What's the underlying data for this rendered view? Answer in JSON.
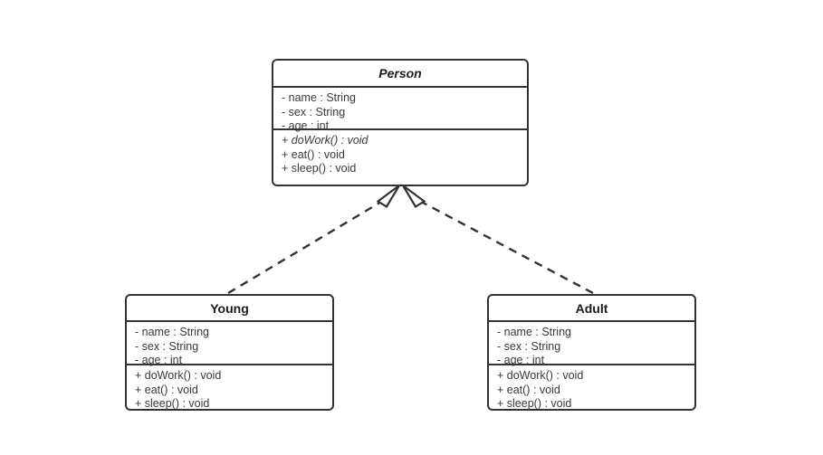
{
  "diagram": {
    "kind": "uml-class-diagram",
    "background_color": "#ffffff",
    "stroke_color": "#333333",
    "text_color": "#3a3a3a"
  },
  "classes": [
    {
      "id": "person",
      "name": "Person",
      "is_abstract": true,
      "attributes": [
        {
          "text": "- name : String",
          "abstract": false
        },
        {
          "text": "- sex : String",
          "abstract": false
        },
        {
          "text": "- age : int",
          "abstract": false
        }
      ],
      "operations": [
        {
          "text": "+ doWork() : void",
          "abstract": true
        },
        {
          "text": "+ eat() : void",
          "abstract": false
        },
        {
          "text": "+ sleep() : void",
          "abstract": false
        }
      ]
    },
    {
      "id": "young",
      "name": "Young",
      "is_abstract": false,
      "attributes": [
        {
          "text": "- name : String",
          "abstract": false
        },
        {
          "text": "- sex : String",
          "abstract": false
        },
        {
          "text": "- age : int",
          "abstract": false
        }
      ],
      "operations": [
        {
          "text": "+ doWork() : void",
          "abstract": false
        },
        {
          "text": "+ eat() : void",
          "abstract": false
        },
        {
          "text": "+ sleep() : void",
          "abstract": false
        }
      ]
    },
    {
      "id": "adult",
      "name": "Adult",
      "is_abstract": false,
      "attributes": [
        {
          "text": "- name : String",
          "abstract": false
        },
        {
          "text": "- sex : String",
          "abstract": false
        },
        {
          "text": "- age : int",
          "abstract": false
        }
      ],
      "operations": [
        {
          "text": "+ doWork() : void",
          "abstract": false
        },
        {
          "text": "+ eat() : void",
          "abstract": false
        },
        {
          "text": "+ sleep() : void",
          "abstract": false
        }
      ]
    }
  ],
  "relationships": [
    {
      "id": "young-to-person",
      "type": "generalization",
      "line_style": "dashed",
      "arrow_head": "hollow-triangle",
      "source": "young",
      "target": "person"
    },
    {
      "id": "adult-to-person",
      "type": "generalization",
      "line_style": "dashed",
      "arrow_head": "hollow-triangle",
      "source": "adult",
      "target": "person"
    }
  ]
}
